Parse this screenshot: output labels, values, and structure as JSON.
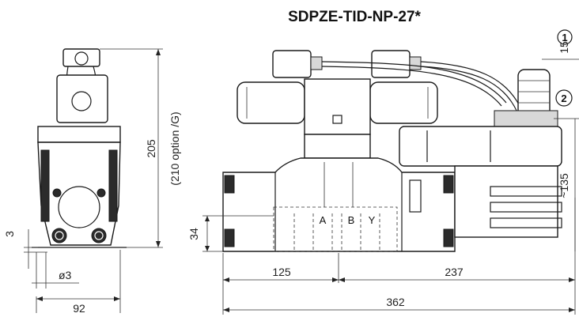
{
  "title": "SDPZE-TID-NP-27*",
  "side_view": {
    "height_label": "205",
    "height_option_label": "(210 option /G)",
    "offset_label": "3",
    "hole_label": "ø3",
    "width_label": "92"
  },
  "front_view": {
    "port_labels": [
      "A",
      "B",
      "Y"
    ],
    "height_label": "34",
    "left_label": "125",
    "right_label": "237",
    "total_label": "362"
  },
  "right_view": {
    "callout_1": "1",
    "callout_2": "2",
    "top_label": "15",
    "height_label": "~135"
  }
}
